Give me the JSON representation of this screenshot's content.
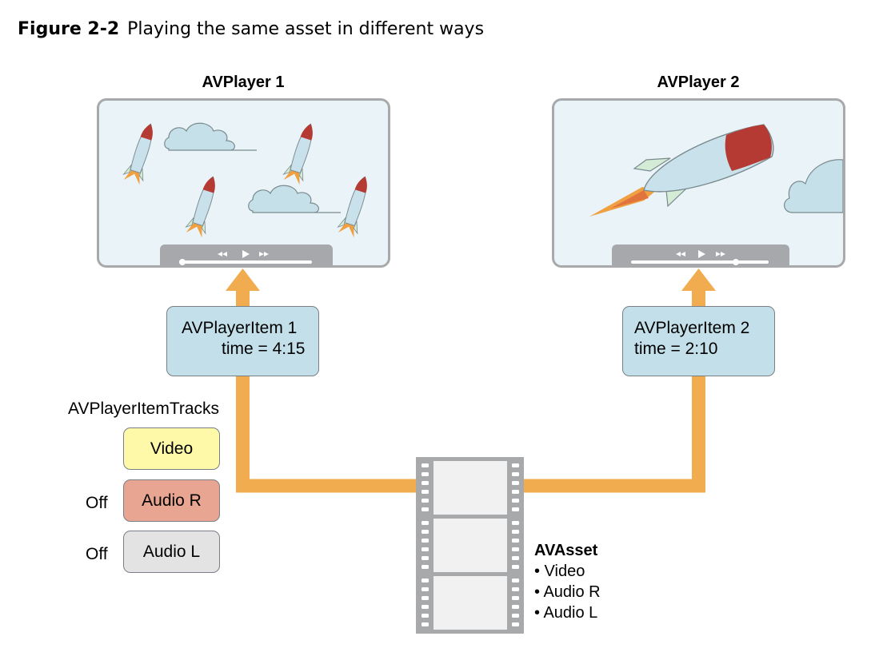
{
  "caption": {
    "number": "Figure 2-2",
    "text": "Playing the same asset in different ways"
  },
  "players": [
    {
      "title": "AVPlayer 1"
    },
    {
      "title": "AVPlayer 2"
    }
  ],
  "items": [
    {
      "name": "AVPlayerItem 1",
      "time": "time = 4:15"
    },
    {
      "name": "AVPlayerItem 2",
      "time": "time = 2:10"
    }
  ],
  "tracks_label": "AVPlayerItemTracks",
  "tracks": [
    {
      "label": "Video",
      "state": "",
      "color": "#fdf9a8"
    },
    {
      "label": "Audio R",
      "state": "Off",
      "color": "#e8a591"
    },
    {
      "label": "Audio L",
      "state": "Off",
      "color": "#e3e3e3"
    }
  ],
  "asset": {
    "title": "AVAsset",
    "tracks": [
      "• Video",
      "• Audio R",
      "• Audio L"
    ]
  },
  "colors": {
    "arrow": "#f0ac4e",
    "screen_bg": "#e9f3f8",
    "item_box": "#c3dfea",
    "rocket_body": "#c8e1ea",
    "rocket_nose": "#b53a33",
    "cloud": "#c6e0ea"
  }
}
